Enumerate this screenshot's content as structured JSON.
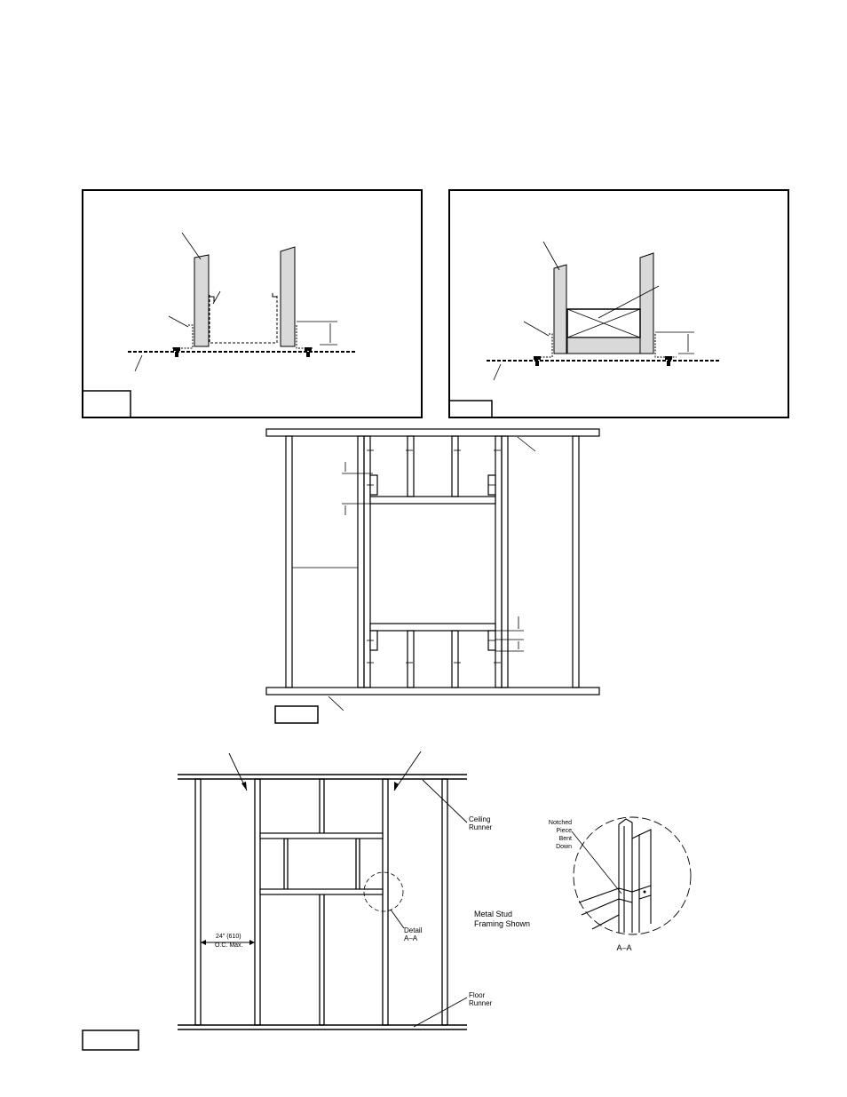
{
  "labels": {
    "ceiling_runner_line1": "Ceiling",
    "ceiling_runner_line2": "Runner",
    "floor_runner_line1": "Floor",
    "floor_runner_line2": "Runner",
    "metal_stud_line1": "Metal  Stud",
    "metal_stud_line2": "Framing  Shown",
    "spacing_line1": "24\" (610)",
    "spacing_line2": "O.C. Max.",
    "detail_line1": "Detail",
    "detail_line2": "A–A",
    "notched_line1": "Notched",
    "notched_line2": "Piece",
    "notched_line3": "Bent",
    "notched_line4": "Down",
    "section_caption": "A–A"
  },
  "colors": {
    "line": "#000000",
    "stud_fill": "#d9d9d9",
    "paper": "#ffffff"
  }
}
